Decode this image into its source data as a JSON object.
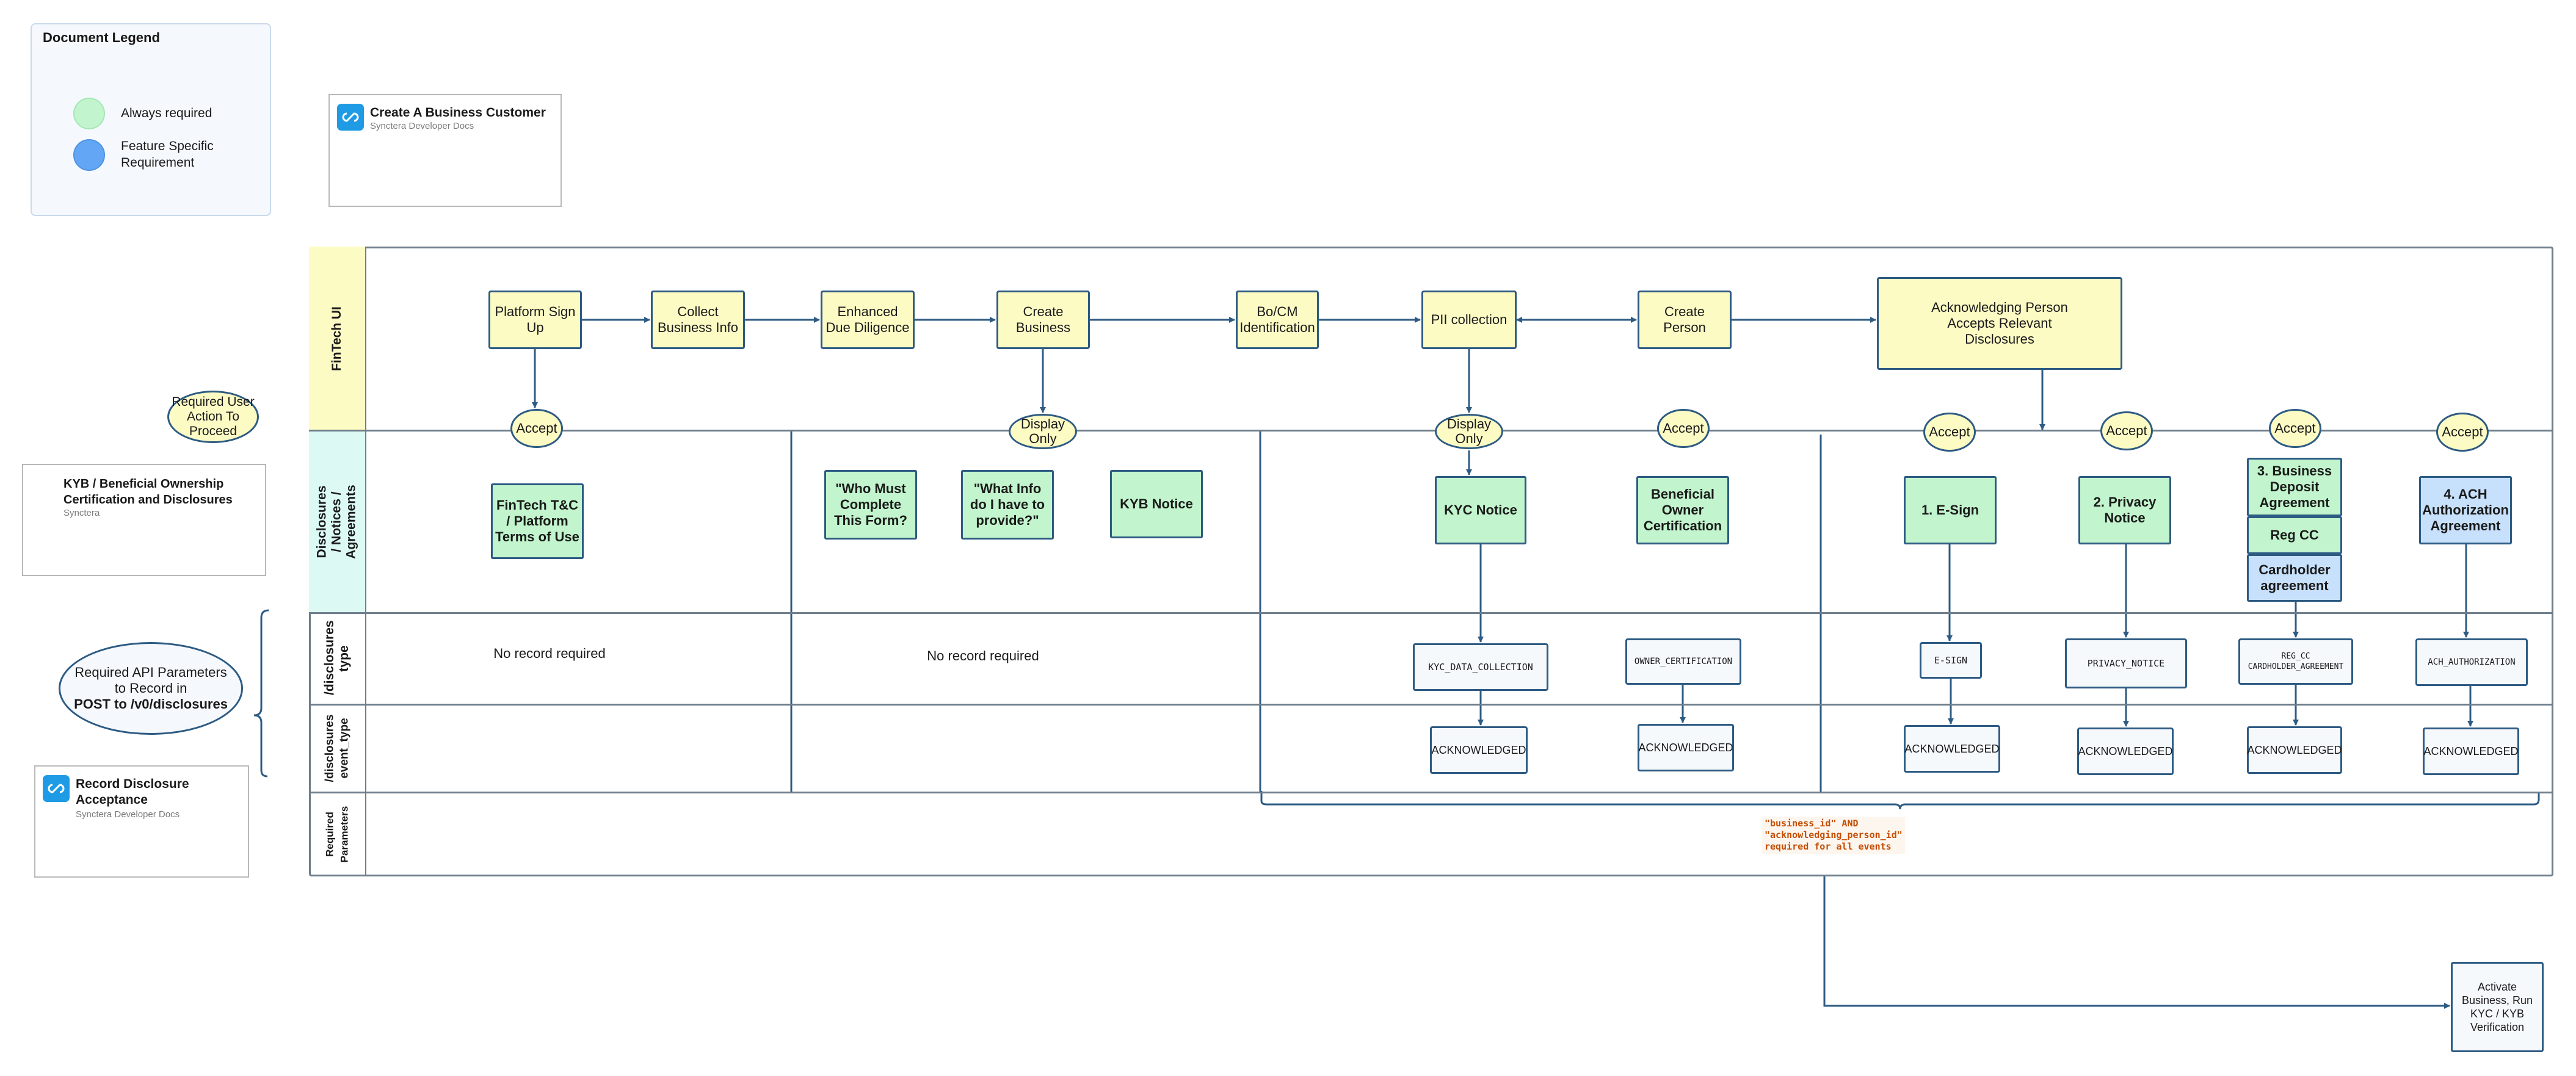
{
  "legend": {
    "title": "Document Legend",
    "items": [
      {
        "label": "Always required",
        "color": "#c2f5cd"
      },
      {
        "label": "Feature Specific Requirement",
        "color": "#62a6f5"
      }
    ]
  },
  "links": {
    "create_business": {
      "title": "Create A Business Customer",
      "subtitle": "Synctera Developer Docs"
    },
    "kyb_disclosures": {
      "title": "KYB / Beneficial Ownership Certification and Disclosures",
      "subtitle": "Synctera"
    },
    "record_disclosure": {
      "title": "Record Disclosure Acceptance",
      "subtitle": "Synctera Developer Docs"
    }
  },
  "side_labels": {
    "required_action": "Required User Action To Proceed",
    "api_params_line1": "Required API Parameters to Record in",
    "api_params_line2": "POST to /v0/disclosures"
  },
  "lanes": {
    "fintech_ui": "FinTech UI",
    "disclosures": "Disclosures / Notices / Agreements",
    "type": "/disclosures type",
    "event_type": "/disclosures event_type",
    "required": "Required Parameters"
  },
  "steps": {
    "platform_signup": "Platform Sign Up",
    "collect_business_info": "Collect Business Info",
    "enhanced_due_diligence": "Enhanced Due Diligence",
    "create_business": "Create Business",
    "bo_cm_identification": "Bo/CM Identification",
    "pii_collection": "PII collection",
    "create_person": "Create Person",
    "ack_person_accepts": "Acknowledging Person Accepts Relevant Disclosures",
    "activate_business": "Activate Business, Run KYC / KYB Verification"
  },
  "actions": {
    "accept": "Accept",
    "display_only": "Display Only"
  },
  "documents": {
    "fintech_tc": "FinTech T&C / Platform Terms of Use",
    "who_must_complete": "\"Who Must Complete This Form?",
    "what_info": "\"What Info do I have to provide?\"",
    "kyb_notice": "KYB Notice",
    "kyc_notice": "KYC Notice",
    "beneficial_owner_cert": "Beneficial Owner Certification",
    "esign": "1. E-Sign",
    "privacy_notice": "2. Privacy Notice",
    "business_deposit": "3. Business Deposit Agreement",
    "reg_cc": "Reg CC",
    "cardholder": "Cardholder agreement",
    "ach_authorization": "4. ACH Authorization Agreement"
  },
  "types": {
    "no_record": "No record required",
    "kyc_data_collection": "KYC_DATA_COLLECTION",
    "owner_certification": "OWNER_CERTIFICATION",
    "esign": "E-SIGN",
    "privacy_notice": "PRIVACY_NOTICE",
    "reg_cc_cardholder": "REG_CC CARDHOLDER_AGREEMENT",
    "ach_authorization": "ACH_AUTHORIZATION"
  },
  "event_type": "ACKNOWLEDGED",
  "required_note": "\"business_id\" AND\n\"acknowledging_person_id\"\nrequired for all events",
  "colors": {
    "step_fill": "#fdfbc4",
    "doc_green": "#c2f5cd",
    "doc_blue": "#c7e0fb",
    "line": "#2d5b83"
  }
}
